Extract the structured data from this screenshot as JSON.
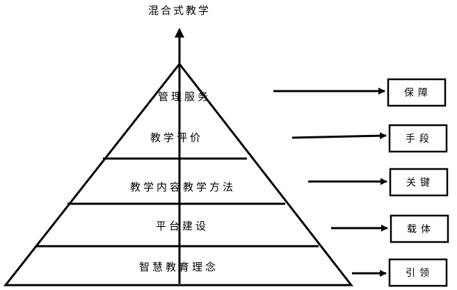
{
  "title": "混合式教学",
  "levels": [
    {
      "label": "管理服务",
      "role": "保障"
    },
    {
      "label": "教学评价",
      "role": "手段"
    },
    {
      "label": "教学内容教学方法",
      "role": "关键"
    },
    {
      "label": "平台建设",
      "role": "载体"
    },
    {
      "label": "智慧教育理念",
      "role": "引领"
    }
  ]
}
